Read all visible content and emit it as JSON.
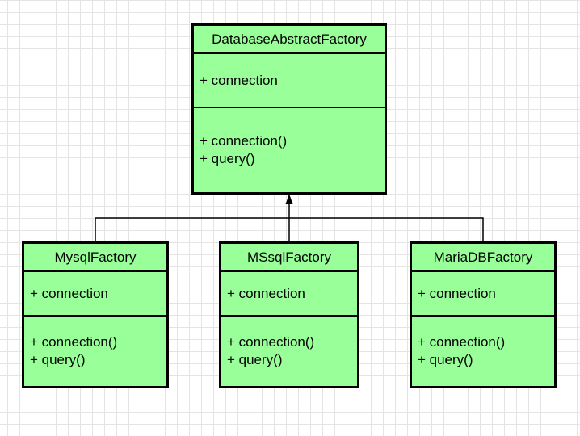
{
  "parent": {
    "name": "DatabaseAbstractFactory",
    "attributes": [
      "+ connection"
    ],
    "operations": [
      "+ connection()",
      "+ query()"
    ]
  },
  "children": [
    {
      "name": "MysqlFactory",
      "attributes": [
        "+ connection"
      ],
      "operations": [
        "+ connection()",
        "+ query()"
      ]
    },
    {
      "name": "MSsqlFactory",
      "attributes": [
        "+ connection"
      ],
      "operations": [
        "+ connection()",
        "+ query()"
      ]
    },
    {
      "name": "MariaDBFactory",
      "attributes": [
        "+ connection"
      ],
      "operations": [
        "+ connection()",
        "+ query()"
      ]
    }
  ],
  "colors": {
    "class_fill": "#99ff99",
    "border": "#000000",
    "grid": "#e4e4e4"
  }
}
